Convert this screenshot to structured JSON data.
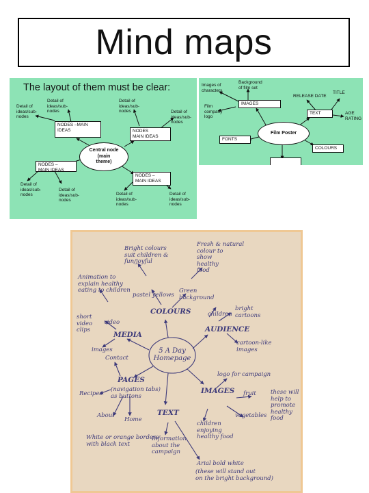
{
  "title": "Mind maps",
  "left_panel": {
    "heading": "The layout of them must be clear:",
    "central": "Central node\n(main\ntheme)",
    "main_nodes": [
      "NODES –MAIN\nIDEAS",
      "NODES\nMAIN IDEAS",
      "NODES –\nMAIN IDEAS",
      "NODES –\nMAIN IDEAS"
    ],
    "details": [
      "Detail of\nideas/sub-\nnodes",
      "Detail of\nideas/sub-\nnodes",
      "Detail of\nideas/sub-\nnodes",
      "Detail of\nideas/sub-\nnodes",
      "Detail of\nideas/sub-\nnodes",
      "Detail of\nideas/sub-\nnodes",
      "Detail of\nideas/sub-\nnodes",
      "Detail of\nideas/sub-\nnodes"
    ]
  },
  "right_panel": {
    "central": "Film Poster",
    "images": "IMAGES",
    "text": "TEXT",
    "fonts": "FONTS",
    "colours": "COLOURS",
    "images_of_characters": "Images of\ncharacters",
    "background": "Background\nof film set",
    "film_company_logo": "Film\ncompany\nlogo",
    "release_date": "RELEASE DATE",
    "title_label": "TITLE",
    "age_rating": "AGE\nRATING"
  },
  "handwritten": {
    "center": "5 A Day\nHomepage",
    "colours": "COLOURS",
    "audience": "AUDIENCE",
    "media": "MEDIA",
    "pages": "PAGES",
    "images": "IMAGES",
    "text": "TEXT",
    "bright_colours": "Bright colours\nsuit children &\nfun/joyful",
    "fresh_natural": "Fresh & natural\ncolour to\nshow\nhealthy\nfood",
    "pastel_yellows": "pastel yellows",
    "green_background": "Green\nbackground",
    "children": "children",
    "bright_cartoons": "bright\ncartoons",
    "cartoon_images": "cartoon-like\nimages",
    "animation": "Animation to\nexplain healthy\neating to children",
    "short_video": "short\nvideo\nclips",
    "video": "video",
    "images_small": "images",
    "contact": "Contact",
    "navigation": "(navigation tabs)\nas buttons",
    "recipes": "Recipes",
    "about": "About",
    "home": "Home",
    "white_orange": "White or orange borders\nwith black text",
    "info": "Information\nabout the\ncampaign",
    "logo": "logo for campaign",
    "fruit": "fruit",
    "vegetables": "vegetables",
    "children_eating": "children\nenjoying\nhealthy food",
    "promote": "these will\nhelp to\npromote\nhealthy\nfood",
    "arial": "Arial bold white",
    "stand_out": "(these will stand out\non the bright background)"
  }
}
